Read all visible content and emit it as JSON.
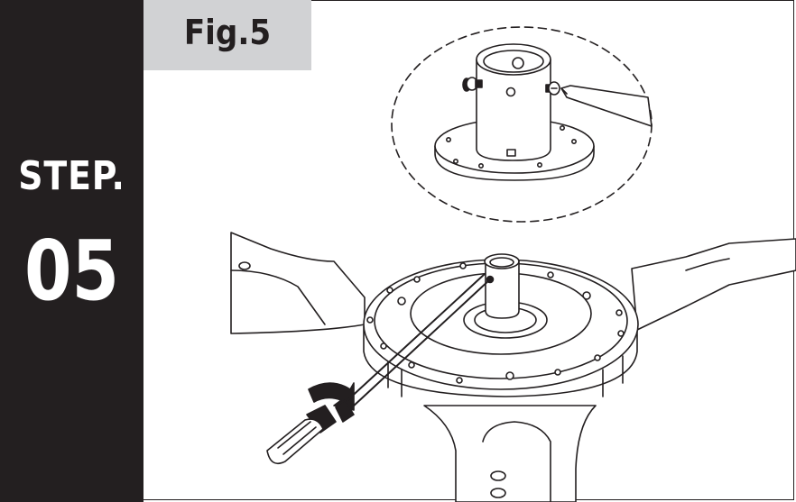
{
  "sidebar": {
    "step_word": "STEP.",
    "step_number": "05",
    "background": "#231f20"
  },
  "figure": {
    "label": "Fig.5",
    "tab_color": "#d1d2d4"
  },
  "colors": {
    "line": "#231f20",
    "paper": "#ffffff"
  }
}
